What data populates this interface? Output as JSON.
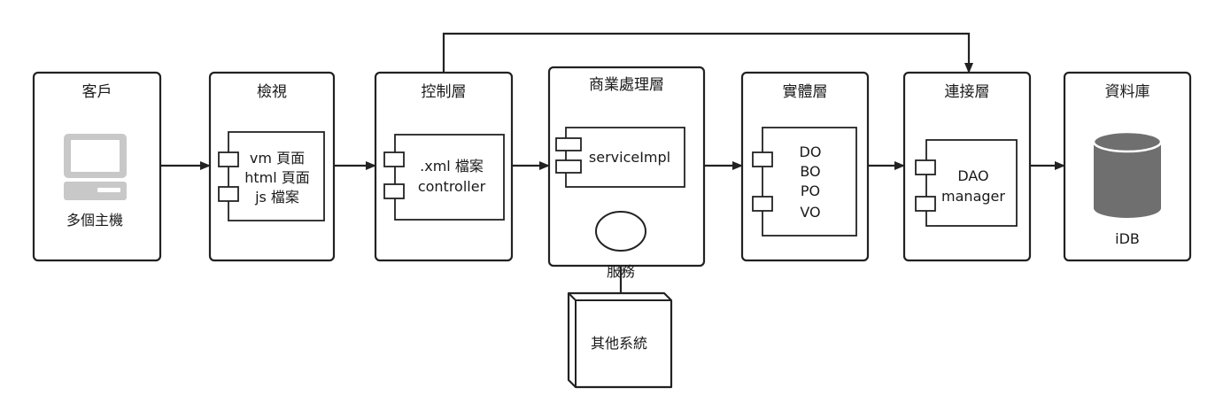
{
  "nodes": {
    "client": {
      "title": "客戶",
      "caption": "多個主機"
    },
    "view": {
      "title": "檢視",
      "lines": [
        "vm 頁面",
        "html 頁面",
        "js 檔案"
      ]
    },
    "controller": {
      "title": "控制層",
      "lines": [
        ".xml 檔案",
        "controller"
      ]
    },
    "business": {
      "title": "商業處理層",
      "component": "serviceImpl",
      "service_label": "服務"
    },
    "entity": {
      "title": "實體層",
      "lines": [
        "DO",
        "BO",
        "PO",
        "VO"
      ]
    },
    "connector": {
      "title": "連接層",
      "lines": [
        "DAO",
        "manager"
      ]
    },
    "database": {
      "title": "資料庫",
      "caption": "iDB"
    },
    "external": {
      "label": "其他系統"
    }
  },
  "icons": {
    "client": "computer-icon",
    "database": "database-cylinder-icon"
  },
  "colors": {
    "stroke": "#222222",
    "computer_gray": "#c8c8c8",
    "database_gray": "#6f6f6f"
  }
}
